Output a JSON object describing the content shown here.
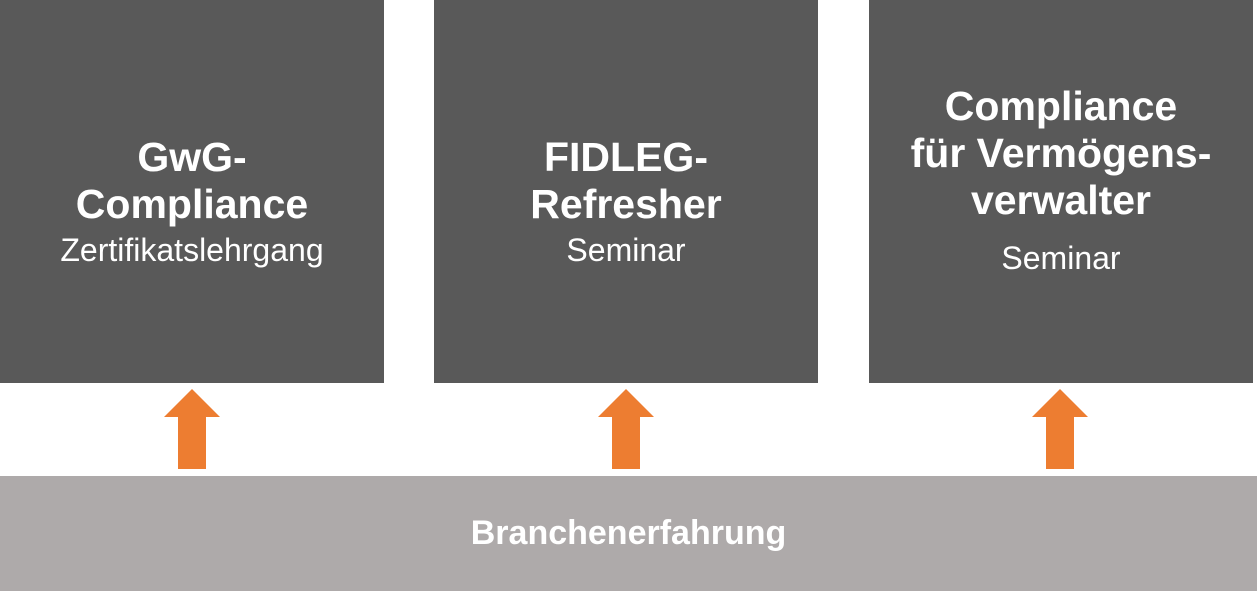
{
  "colors": {
    "box": "#595959",
    "arrow": "#ed7d31",
    "base": "#aeaaaa",
    "text": "#ffffff"
  },
  "boxes": [
    {
      "title": "GwG-\nCompliance",
      "subtitle": "Zertifikatslehrgang"
    },
    {
      "title": "FIDLEG-\nRefresher",
      "subtitle": "Seminar"
    },
    {
      "title": "Compliance\nfür Vermögens-\nverwalter",
      "subtitle": "Seminar"
    }
  ],
  "arrow_icon": "arrow-up-icon",
  "base": {
    "label": "Branchenerfahrung"
  }
}
